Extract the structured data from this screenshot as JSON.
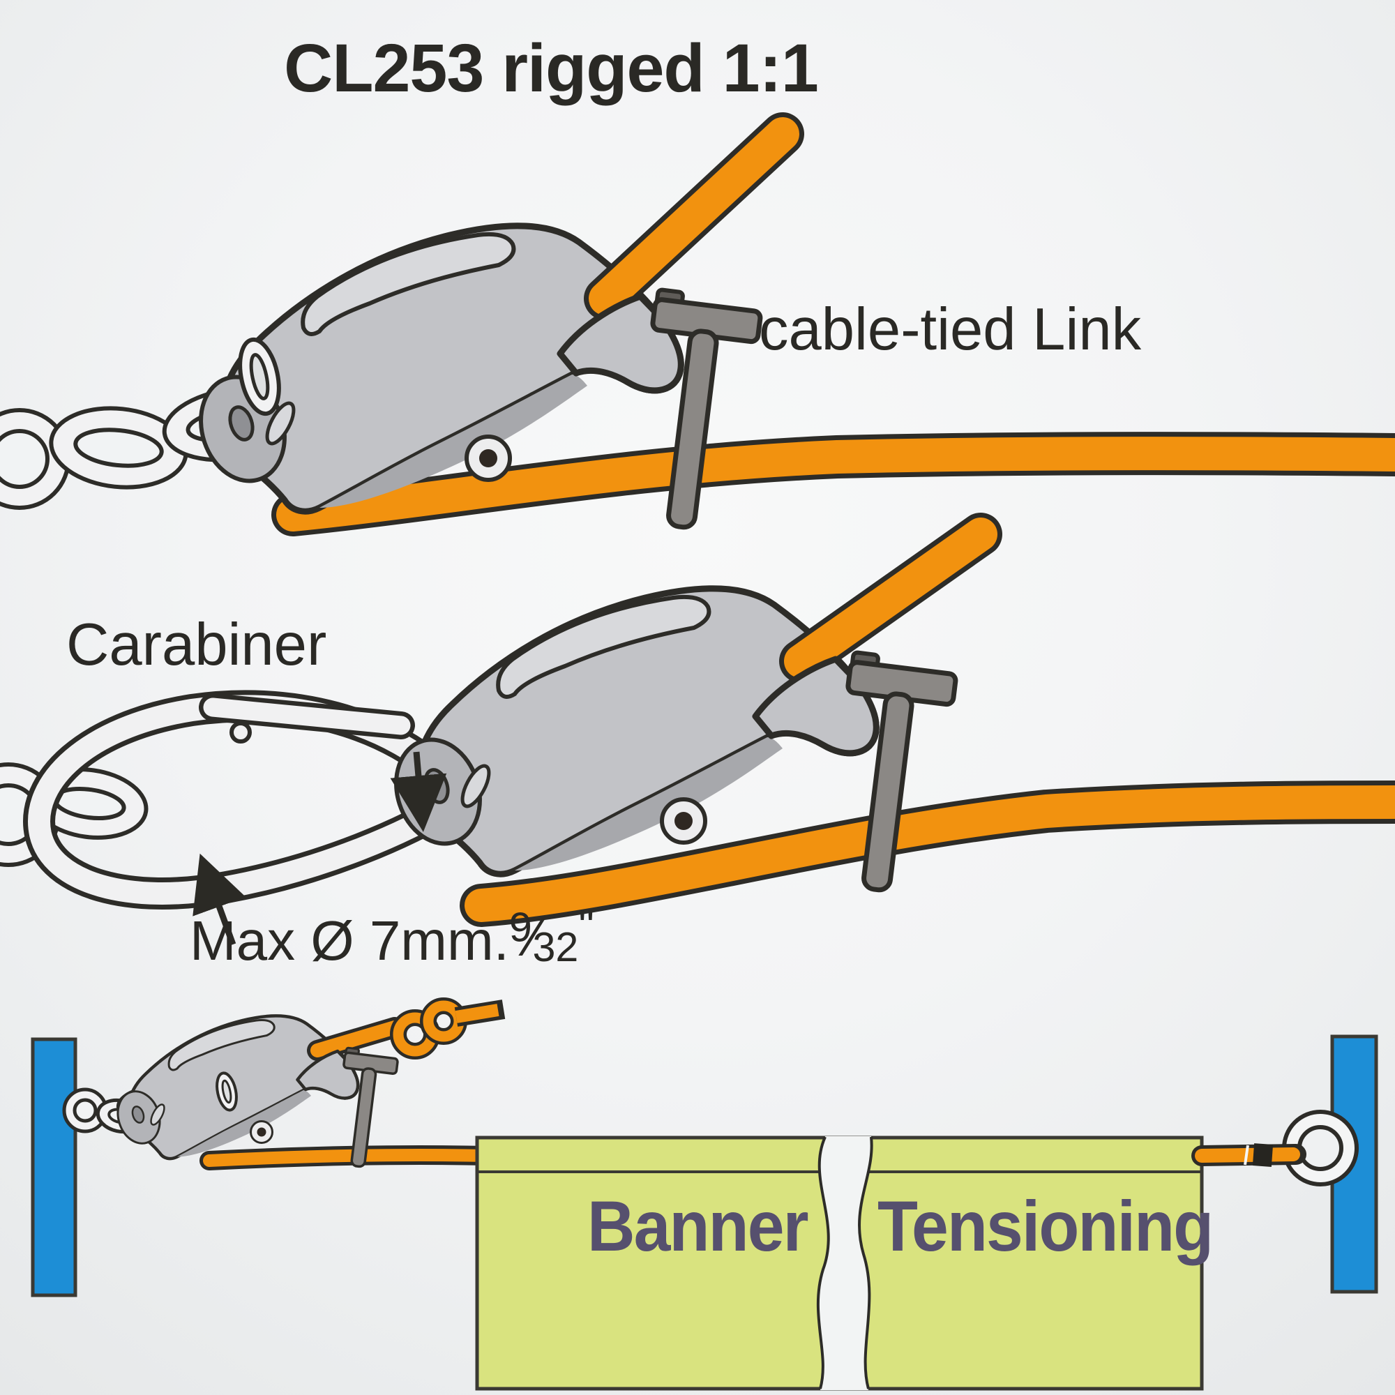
{
  "title": "CL253 rigged 1:1",
  "labels": {
    "cable_tied_link": "cable-tied Link",
    "carabiner": "Carabiner",
    "max_diameter_prefix": "Max Ø 7mm.",
    "max_diameter_frac_num": "9",
    "max_diameter_frac_slash": "⁄",
    "max_diameter_frac_den": "32",
    "max_diameter_unit": "\"",
    "banner_word": "Banner",
    "tensioning_word": "Tensioning"
  },
  "colors": {
    "rope_orange": "#f2920f",
    "outline_dark": "#2d2c28",
    "cleat_gray": "#c2c3c7",
    "cleat_gray_shadow": "#a7a8ac",
    "cleat_slot_gray": "#d8d9dc",
    "metal_white": "#f2f2f3",
    "pin_gray": "#8b8885",
    "banner_green": "#d9e37f",
    "banner_text_purple": "#56506e",
    "post_blue": "#1d8ed6",
    "label_text": "#2a2925"
  }
}
